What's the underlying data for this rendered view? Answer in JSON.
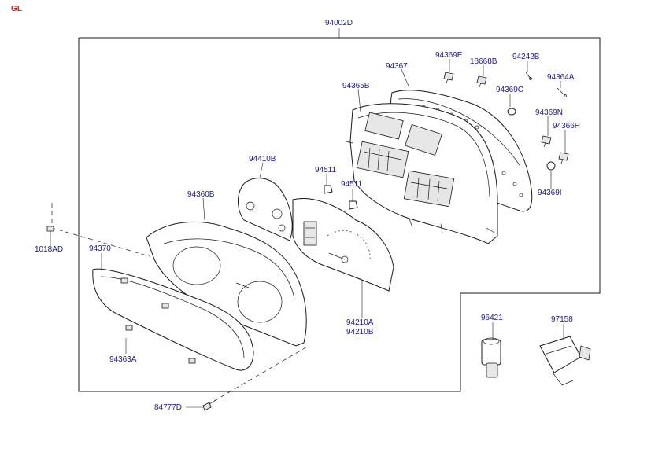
{
  "region_code": "GL",
  "assembly_label": "94002D",
  "parts": {
    "p94367": "94367",
    "p94365B": "94365B",
    "p94369E": "94369E",
    "p18668B": "18668B",
    "p94242B": "94242B",
    "p94364A": "94364A",
    "p94369C": "94369C",
    "p94369N": "94369N",
    "p94366H": "94366H",
    "p94369I": "94369I",
    "p94410B": "94410B",
    "p94511a": "94511",
    "p94511b": "94511",
    "p94360B": "94360B",
    "p1018AD": "1018AD",
    "p94370": "94370",
    "p94363A": "94363A",
    "p94210A": "94210A",
    "p94210B": "94210B",
    "p96421": "96421",
    "p97158": "97158",
    "p84777D": "84777D"
  },
  "colors": {
    "label_text": "#1a1a9a",
    "region_code": "#d81c1c",
    "line_art": "#1a1a1a"
  }
}
